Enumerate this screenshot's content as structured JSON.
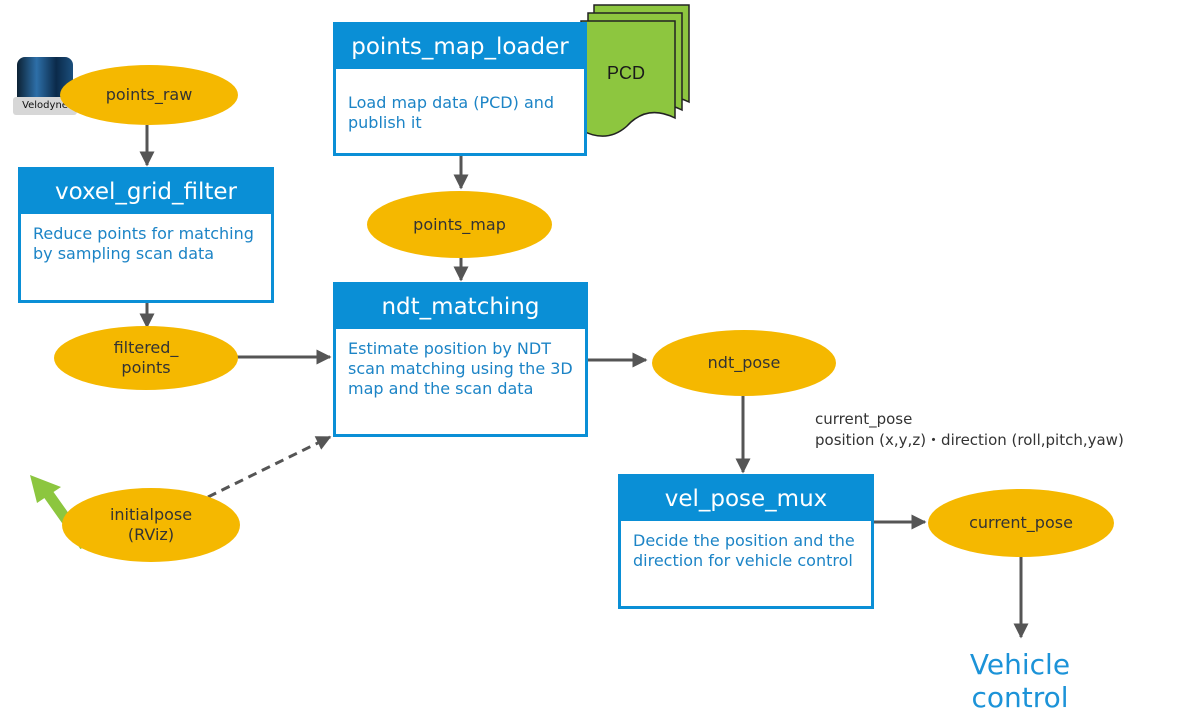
{
  "nodes": {
    "points_map_loader": {
      "title": "points_map_loader",
      "desc": "Load map data (PCD) and publish it"
    },
    "voxel_grid_filter": {
      "title": "voxel_grid_filter",
      "desc": "Reduce points for matching by sampling scan data"
    },
    "ndt_matching": {
      "title": "ndt_matching",
      "desc": "Estimate position by NDT scan matching using the 3D map and the scan data"
    },
    "vel_pose_mux": {
      "title": "vel_pose_mux",
      "desc": "Decide the position and the direction for vehicle control"
    }
  },
  "topics": {
    "points_raw": "points_raw",
    "points_map": "points_map",
    "filtered_points": "filtered_\npoints",
    "ndt_pose": "ndt_pose",
    "initialpose": "initialpose\n(RViz)",
    "current_pose": "current_pose"
  },
  "pcd_label": "PCD",
  "velodyne_label": "Velodyne",
  "annotation": {
    "line1": "current_pose",
    "line2": "position (x,y,z)・direction (roll,pitch,yaw)"
  },
  "vehicle_control": "Vehicle\ncontrol",
  "colors": {
    "node_blue": "#0a8fd6",
    "topic_yellow": "#f5b800",
    "arrow_gray": "#555555",
    "pcd_green": "#8dc63f",
    "rviz_arrow_green": "#8cc63f",
    "vehicle_text_blue": "#1c93d8"
  }
}
